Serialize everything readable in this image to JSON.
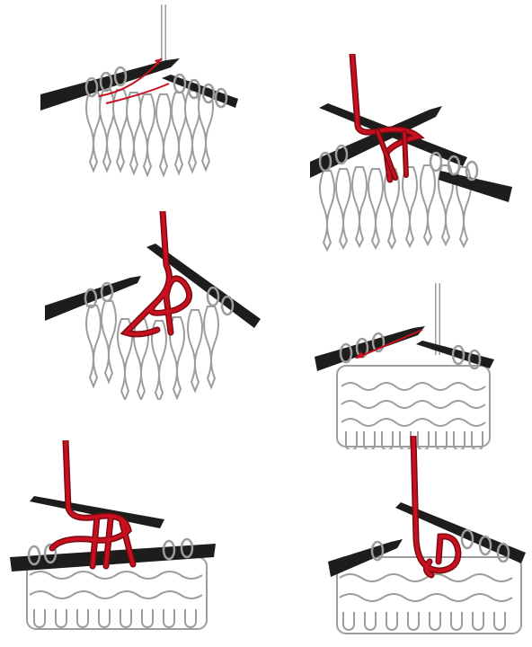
{
  "colors": {
    "background": "#ffffff",
    "needle": "#1d1d1b",
    "stitch_outline": "#9d9d9c",
    "stitch_fill": "#ffffff",
    "working_yarn": "#c8101e",
    "working_yarn_highlight": "#7a0a12",
    "arrow": "#c8101e"
  },
  "steps": [
    {
      "name": "step-1",
      "needles": 2,
      "arrow": "right-to-left-up",
      "yarn": "grey"
    },
    {
      "name": "step-2",
      "needles": 2,
      "arrow": "none",
      "yarn": "red-wrapped"
    },
    {
      "name": "step-3",
      "needles": 2,
      "arrow": "none",
      "yarn": "red-pulled-through"
    },
    {
      "name": "step-4",
      "needles": 2,
      "arrow": "left",
      "yarn": "grey"
    },
    {
      "name": "step-5",
      "needles": 2,
      "arrow": "none",
      "yarn": "red-wrapped"
    },
    {
      "name": "step-6",
      "needles": 2,
      "arrow": "none",
      "yarn": "red-pulled-through"
    }
  ]
}
